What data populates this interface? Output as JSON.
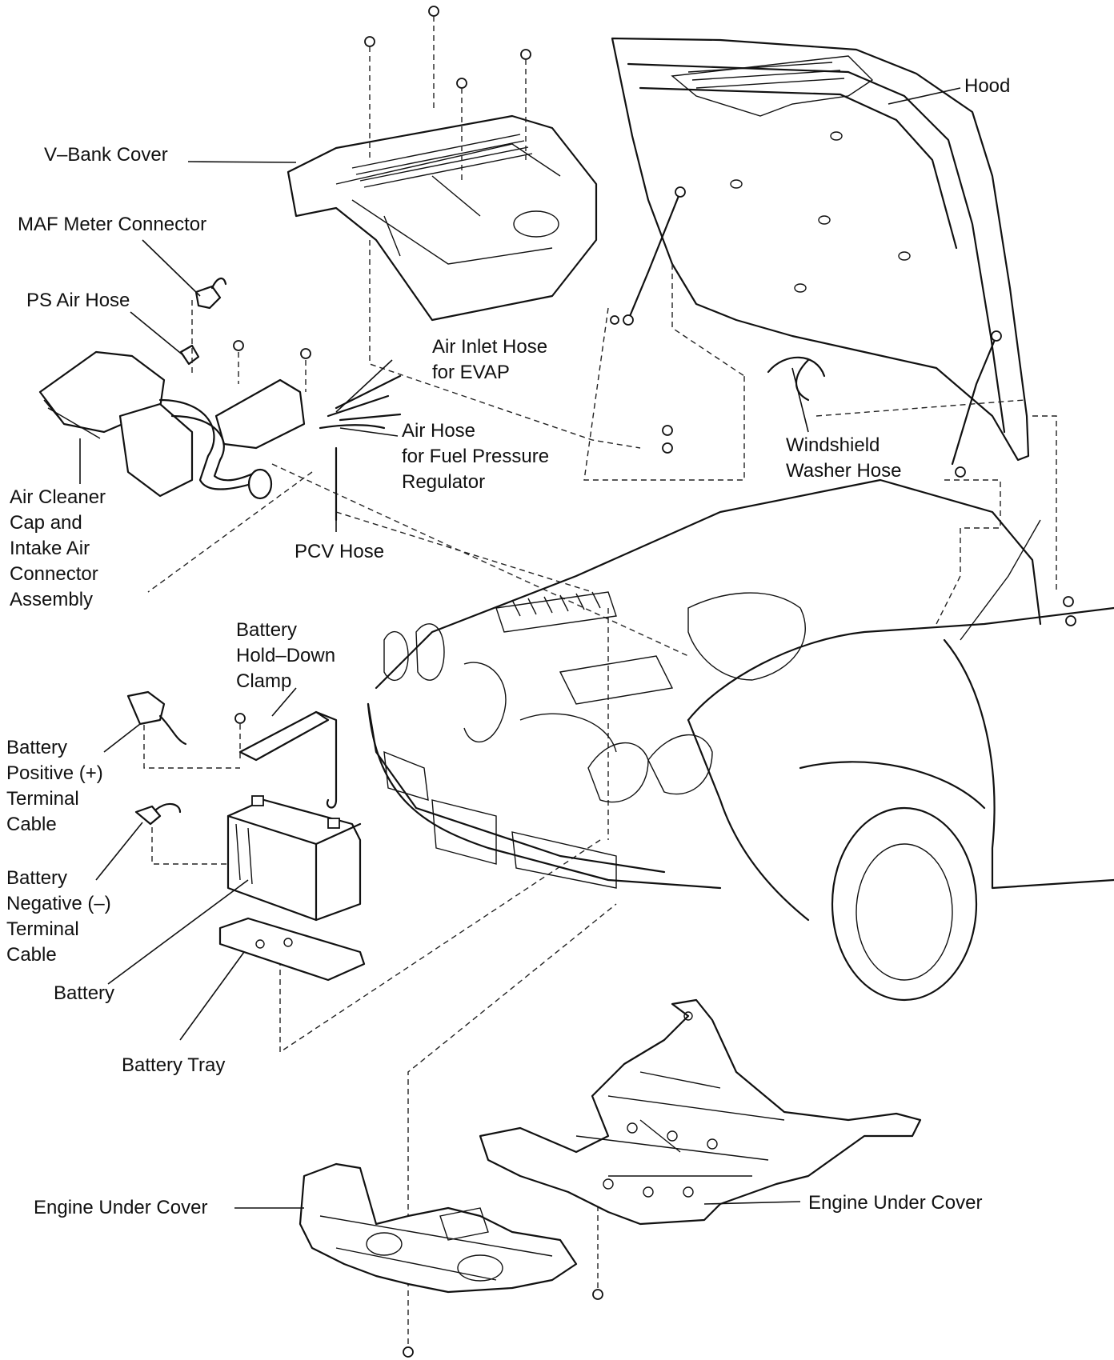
{
  "labels": {
    "hood": "Hood",
    "v_bank_cover": "V–Bank Cover",
    "maf_meter_connector": "MAF Meter Connector",
    "ps_air_hose": "PS Air Hose",
    "air_inlet_hose": "Air Inlet Hose\nfor EVAP",
    "air_hose_fpr": "Air Hose\nfor Fuel Pressure\nRegulator",
    "windshield_washer_hose": "Windshield\nWasher Hose",
    "air_cleaner_cap": "Air Cleaner\nCap and\nIntake Air\nConnector\nAssembly",
    "pcv_hose": "PCV Hose",
    "battery_hold_down_clamp": "Battery\nHold–Down\nClamp",
    "battery_positive_cable": "Battery\nPositive (+)\nTerminal\nCable",
    "battery_negative_cable": "Battery\nNegative (–)\nTerminal\nCable",
    "battery": "Battery",
    "battery_tray": "Battery Tray",
    "engine_under_cover_left": "Engine Under Cover",
    "engine_under_cover_right": "Engine Under Cover"
  }
}
